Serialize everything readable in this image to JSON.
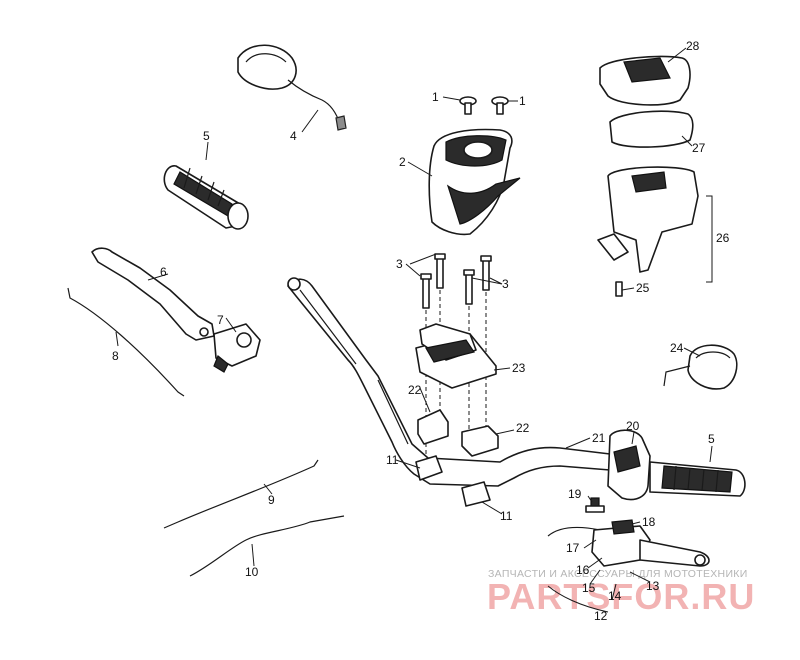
{
  "callouts": {
    "c1a": "1",
    "c1b": "1",
    "c2": "2",
    "c3a": "3",
    "c3b": "3",
    "c4": "4",
    "c5a": "5",
    "c5b": "5",
    "c6": "6",
    "c7": "7",
    "c8": "8",
    "c9": "9",
    "c10": "10",
    "c11a": "11",
    "c11b": "11",
    "c12": "12",
    "c13": "13",
    "c14": "14",
    "c15": "15",
    "c16": "16",
    "c17": "17",
    "c18": "18",
    "c19": "19",
    "c20": "20",
    "c21": "21",
    "c22a": "22",
    "c22b": "22",
    "c23": "23",
    "c24": "24",
    "c25": "25",
    "c26": "26",
    "c27": "27",
    "c28": "28"
  },
  "watermark": {
    "tagline": "ЗАПЧАСТИ И АКСЕССУАРЫ ДЛЯ МОТОТЕХНИКИ",
    "logo": "PARTSFOR.RU"
  },
  "colors": {
    "ink": "#1a1a1a",
    "watermark_red": "#f2b3b3",
    "watermark_grey": "#b5b5b5"
  }
}
